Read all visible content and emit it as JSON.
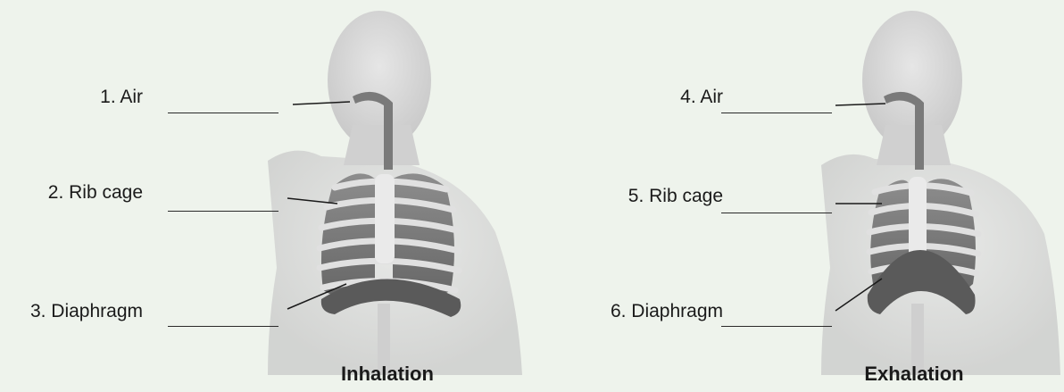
{
  "panels": [
    {
      "caption": "Inhalation",
      "labels": [
        "1. Air",
        "2. Rib cage",
        "3. Diaphragm"
      ]
    },
    {
      "caption": "Exhalation",
      "labels": [
        "4. Air",
        "5. Rib cage",
        "6. Diaphragm"
      ]
    }
  ]
}
